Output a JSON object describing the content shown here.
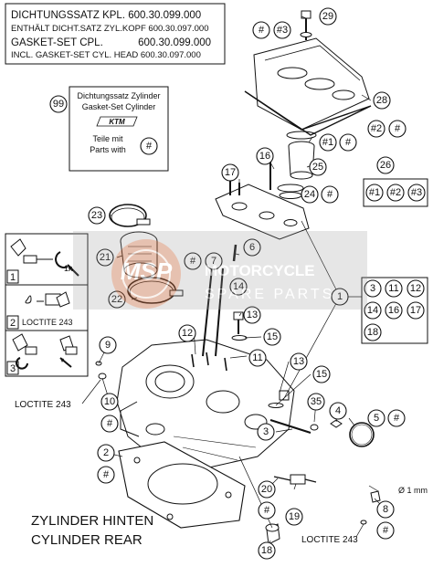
{
  "gasket_box": {
    "line1": "DICHTUNGSSATZ KPL. 600.30.099.000",
    "line2": "ENTHÄLT DICHT.SATZ ZYL.KOPF 600.30.097.000",
    "line3": "GASKET-SET CPL.            600.30.099.000",
    "line4": "INCL. GASKET-SET CYL. HEAD 600.30.097.000"
  },
  "kit_box": {
    "title1": "Dichtungssatz Zylinder",
    "title2": "Gasket-Set Cylinder",
    "note1": "Teile mit",
    "note2": "Parts with",
    "brand": "KTM"
  },
  "side_panel": {
    "item1": "1",
    "item2": "2",
    "item3": "3",
    "torque": "1x",
    "loctite": "LOCTITE 243"
  },
  "loctite": {
    "left": "LOCTITE 243",
    "bottom": "LOCTITE 243"
  },
  "dimension": "Ø 1 mm",
  "caption": {
    "line1": "ZYLINDER HINTEN",
    "line2": "CYLINDER REAR"
  },
  "watermark": {
    "brand": "MSP",
    "line1": "MOTORCYCLE",
    "line2": "SPARE PARTS"
  },
  "callouts": {
    "c99": "99",
    "c29": "29",
    "h1": "#",
    "h2": "#3",
    "c28": "28",
    "h3": "#2",
    "h4": "#",
    "c16": "16",
    "h5": "#1",
    "h6": "#",
    "c25": "25",
    "c26": "26",
    "h7": "#1",
    "h8": "#2",
    "h9": "#3",
    "c17": "17",
    "c24": "24",
    "h10": "#",
    "c23": "23",
    "c21": "21",
    "h11": "#",
    "c7": "7",
    "c6": "6",
    "c14a": "14",
    "c22": "22",
    "c1": "1",
    "c12a": "12",
    "c13a": "13",
    "c15a": "15",
    "c11a": "11",
    "c9": "9",
    "c10": "10",
    "h12": "#",
    "c13b": "13",
    "c15b": "15",
    "c3": "3",
    "c35": "35",
    "c4": "4",
    "c5": "5",
    "h13": "#",
    "c2": "2",
    "h14": "#",
    "c20": "20",
    "h15": "#",
    "c19": "19",
    "c8": "8",
    "h16": "#",
    "c18": "18",
    "g3": "3",
    "g11": "11",
    "g12": "12",
    "g14": "14",
    "g16": "16",
    "g17": "17",
    "g18": "18",
    "kit_hash": "#"
  }
}
